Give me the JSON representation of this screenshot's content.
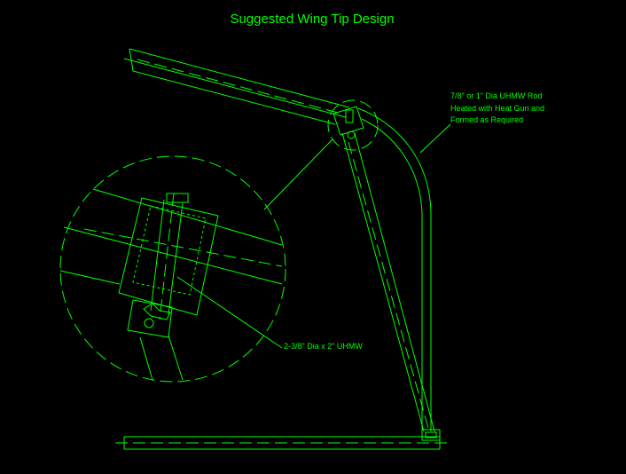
{
  "title": "Suggested Wing Tip Design",
  "annotations": {
    "rod_note_line1": "7/8\" or 1\" Dia UHMW Rod",
    "rod_note_line2": "Heated with Heat Gun and",
    "rod_note_line3": "Formed as Required",
    "block_note": "2-3/8\" Dia x 2\" UHMW"
  },
  "colors": {
    "background": "#000000",
    "line": "#00ff00"
  }
}
